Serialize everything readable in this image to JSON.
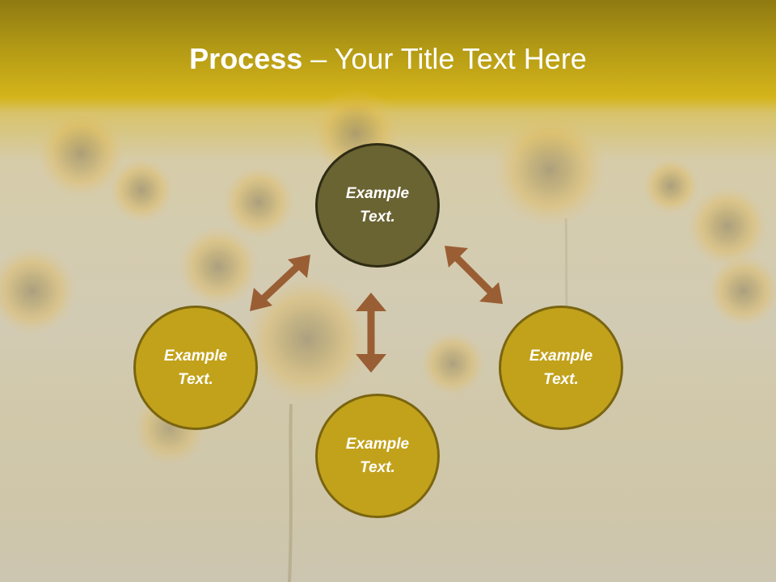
{
  "title": {
    "bold": "Process",
    "rest": " – Your Title Text Here"
  },
  "nodes": {
    "top": "Example\nText.",
    "left": "Example\nText.",
    "right": "Example\nText.",
    "bottom": "Example\nText."
  },
  "colors": {
    "header_gold": "#c9aa17",
    "center_node_fill": "#6a6332",
    "node_fill": "#c2a21b",
    "arrow": "#9a5e34"
  }
}
